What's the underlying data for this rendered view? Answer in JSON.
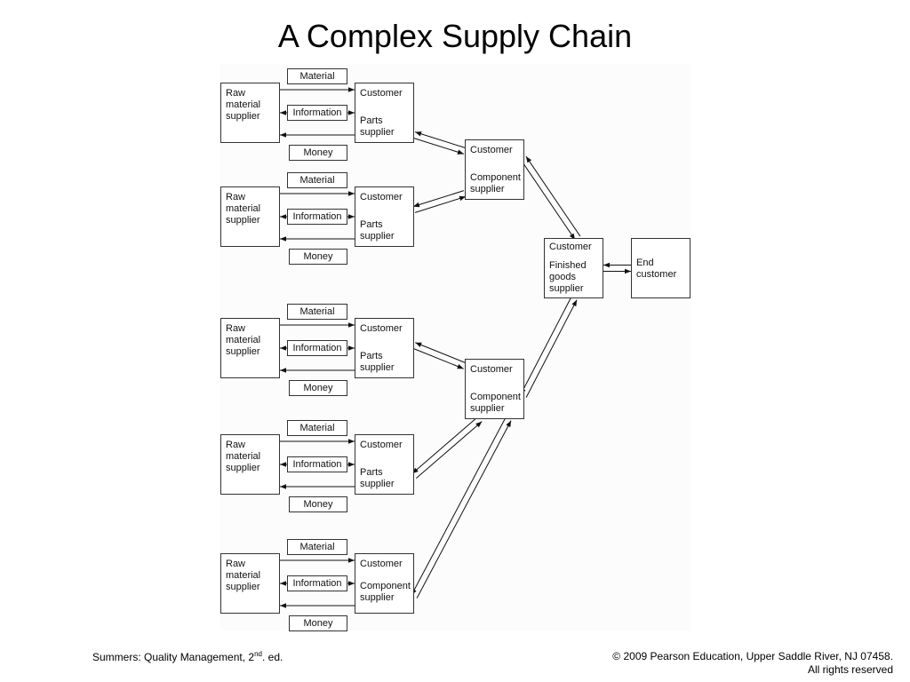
{
  "title": "A Complex Supply Chain",
  "flows": {
    "material": "Material",
    "information": "Information",
    "money": "Money"
  },
  "tiers": [
    {
      "supplier": "Raw\nmaterial\nsupplier",
      "customer": "Customer",
      "role": "Parts\nsupplier"
    },
    {
      "supplier": "Raw\nmaterial\nsupplier",
      "customer": "Customer",
      "role": "Parts\nsupplier"
    },
    {
      "supplier": "Raw\nmaterial\nsupplier",
      "customer": "Customer",
      "role": "Parts\nsupplier"
    },
    {
      "supplier": "Raw\nmaterial\nsupplier",
      "customer": "Customer",
      "role": "Parts\nsupplier"
    },
    {
      "supplier": "Raw\nmaterial\nsupplier",
      "customer": "Customer",
      "role": "Component\nsupplier"
    }
  ],
  "component_suppliers": [
    {
      "customer": "Customer",
      "role": "Component\nsupplier"
    },
    {
      "customer": "Customer",
      "role": "Component\nsupplier"
    }
  ],
  "finished_goods": {
    "customer": "Customer",
    "role": "Finished\ngoods\nsupplier"
  },
  "end_customer": "End\ncustomer",
  "footer": {
    "left_prefix": "Summers: Quality Management, 2",
    "left_sup": "nd",
    "left_suffix": ". ed.",
    "right_line1": "© 2009 Pearson Education, Upper Saddle River, NJ 07458.",
    "right_line2": "All rights reserved"
  }
}
